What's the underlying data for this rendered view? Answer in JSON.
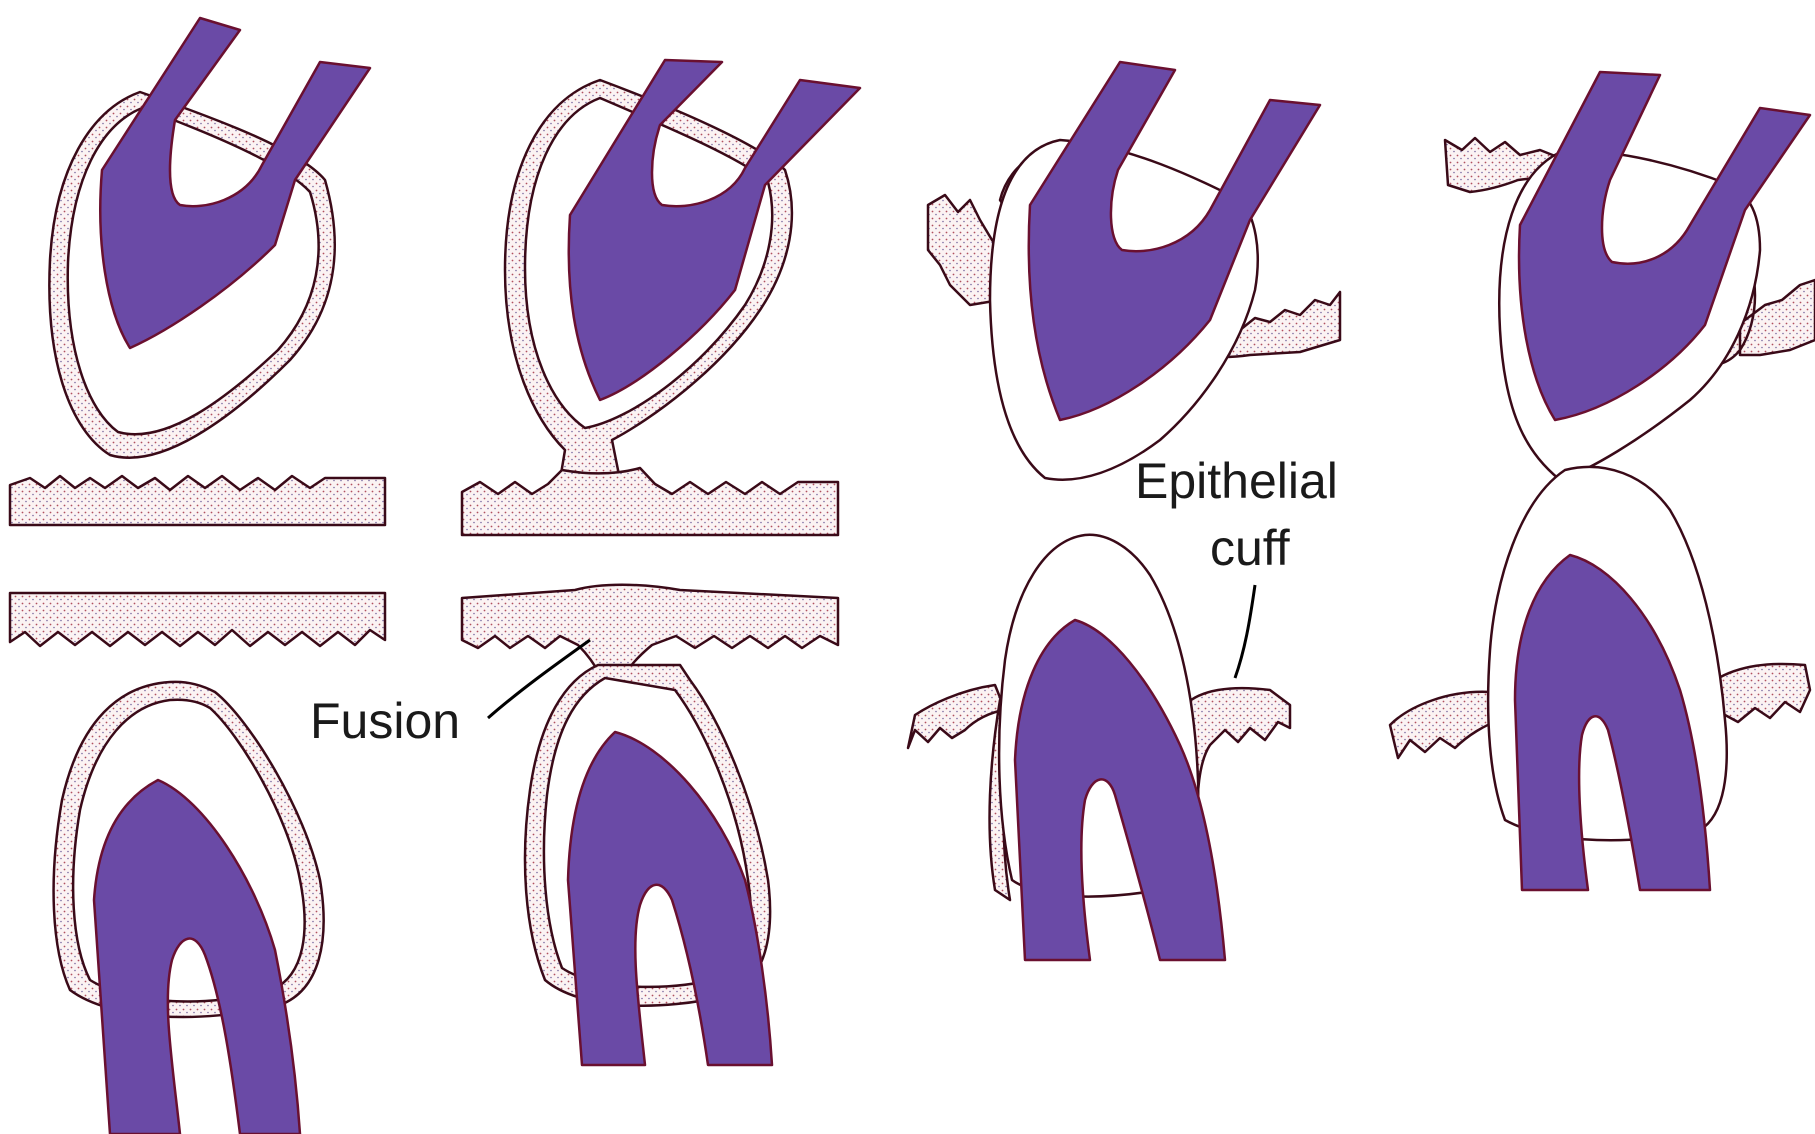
{
  "labels": {
    "epithelial_cuff_line1": "Epithelial",
    "epithelial_cuff_line2": "cuff",
    "fusion": "Fusion"
  },
  "colors": {
    "dentin": "#6a4aa6",
    "epithelium_dots": "#b05060",
    "background": "#ffffff"
  },
  "stages": [
    "stage-1",
    "stage-2",
    "stage-3",
    "stage-4"
  ]
}
